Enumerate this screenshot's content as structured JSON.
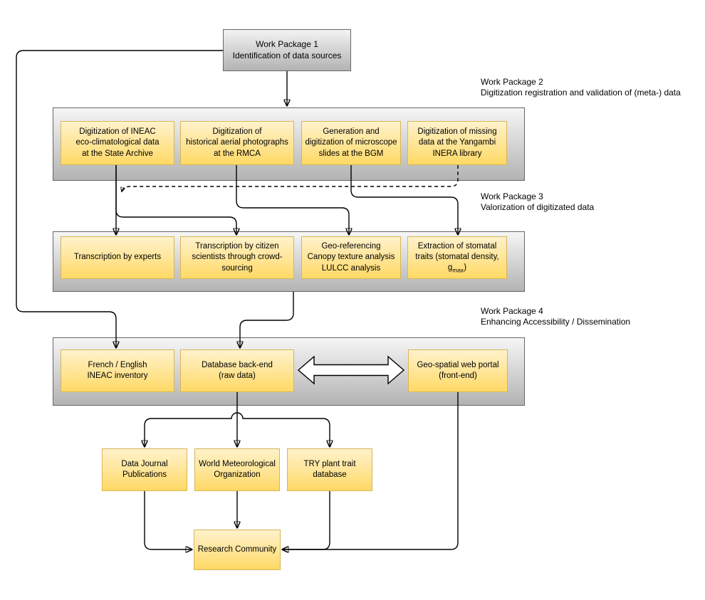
{
  "wp1": {
    "label": "Work Package 1\nIdentification of data sources"
  },
  "wp2": {
    "title": "Work Package 2\nDigitization registration and validation of (meta-) data",
    "boxes": [
      {
        "label": "Digitization of INEAC\neco-climatological data\nat the State Archive"
      },
      {
        "label": "Digitization of\nhistorical aerial photographs\nat the RMCA"
      },
      {
        "label": "Generation and\ndigitization of microscope\nslides at the BGM"
      },
      {
        "label": "Digitization of missing\ndata at the Yangambi\nINERA library"
      }
    ]
  },
  "wp3": {
    "title": "Work Package 3\nValorization of digitizated data",
    "boxes": [
      {
        "label": "Transcription by experts"
      },
      {
        "label": "Transcription by citizen\nscientists through crowd-\nsourcing"
      },
      {
        "label": "Geo-referencing\nCanopy texture analysis\nLULCC analysis"
      },
      {
        "pre": "Extraction of stomatal\ntraits (stomatal density,\ng",
        "sub": "max",
        "post": ")"
      }
    ]
  },
  "wp4": {
    "title": "Work Package 4\nEnhancing Accessibility / Dissemination",
    "boxes": [
      {
        "label": "French / English\nINEAC inventory"
      },
      {
        "label": "Database back-end\n(raw data)"
      },
      {
        "label": "Geo-spatial web portal\n(front-end)"
      }
    ]
  },
  "outputs": [
    {
      "label": "Data Journal\nPublications"
    },
    {
      "label": "World Meteorological\nOrganization"
    },
    {
      "label": "TRY plant trait\ndatabase"
    }
  ],
  "research_community": {
    "label": "Research Community"
  },
  "colors": {
    "box_fill_top": "#FFF2CC",
    "box_fill_bottom": "#FFD966",
    "box_border": "#D6B656",
    "container_fill_top": "#F6F6F6",
    "container_fill_bottom": "#B3B3B3",
    "container_border": "#666666",
    "connector": "#000000"
  }
}
